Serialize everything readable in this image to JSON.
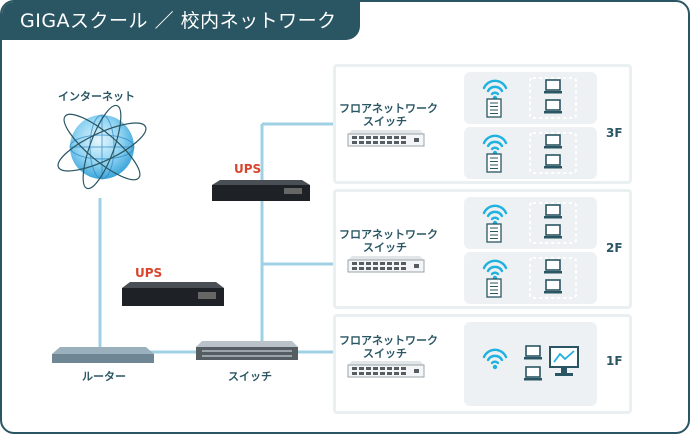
{
  "header": {
    "title": "GIGAスクール ／ 校内ネットワーク"
  },
  "nodes": {
    "internet": "インターネット",
    "router": "ルーター",
    "switch": "スイッチ",
    "ups_upper": "UPS",
    "ups_lower": "UPS"
  },
  "floors": [
    {
      "name": "3F",
      "switch_line1": "フロアネットワーク",
      "switch_line2": "スイッチ"
    },
    {
      "name": "2F",
      "switch_line1": "フロアネットワーク",
      "switch_line2": "スイッチ"
    },
    {
      "name": "1F",
      "switch_line1": "フロアネットワーク",
      "switch_line2": "スイッチ"
    }
  ],
  "colors": {
    "primary": "#2a5663",
    "line": "#9fd0e3",
    "ups_text": "#d8452c",
    "wifi": "#1fb2df"
  }
}
